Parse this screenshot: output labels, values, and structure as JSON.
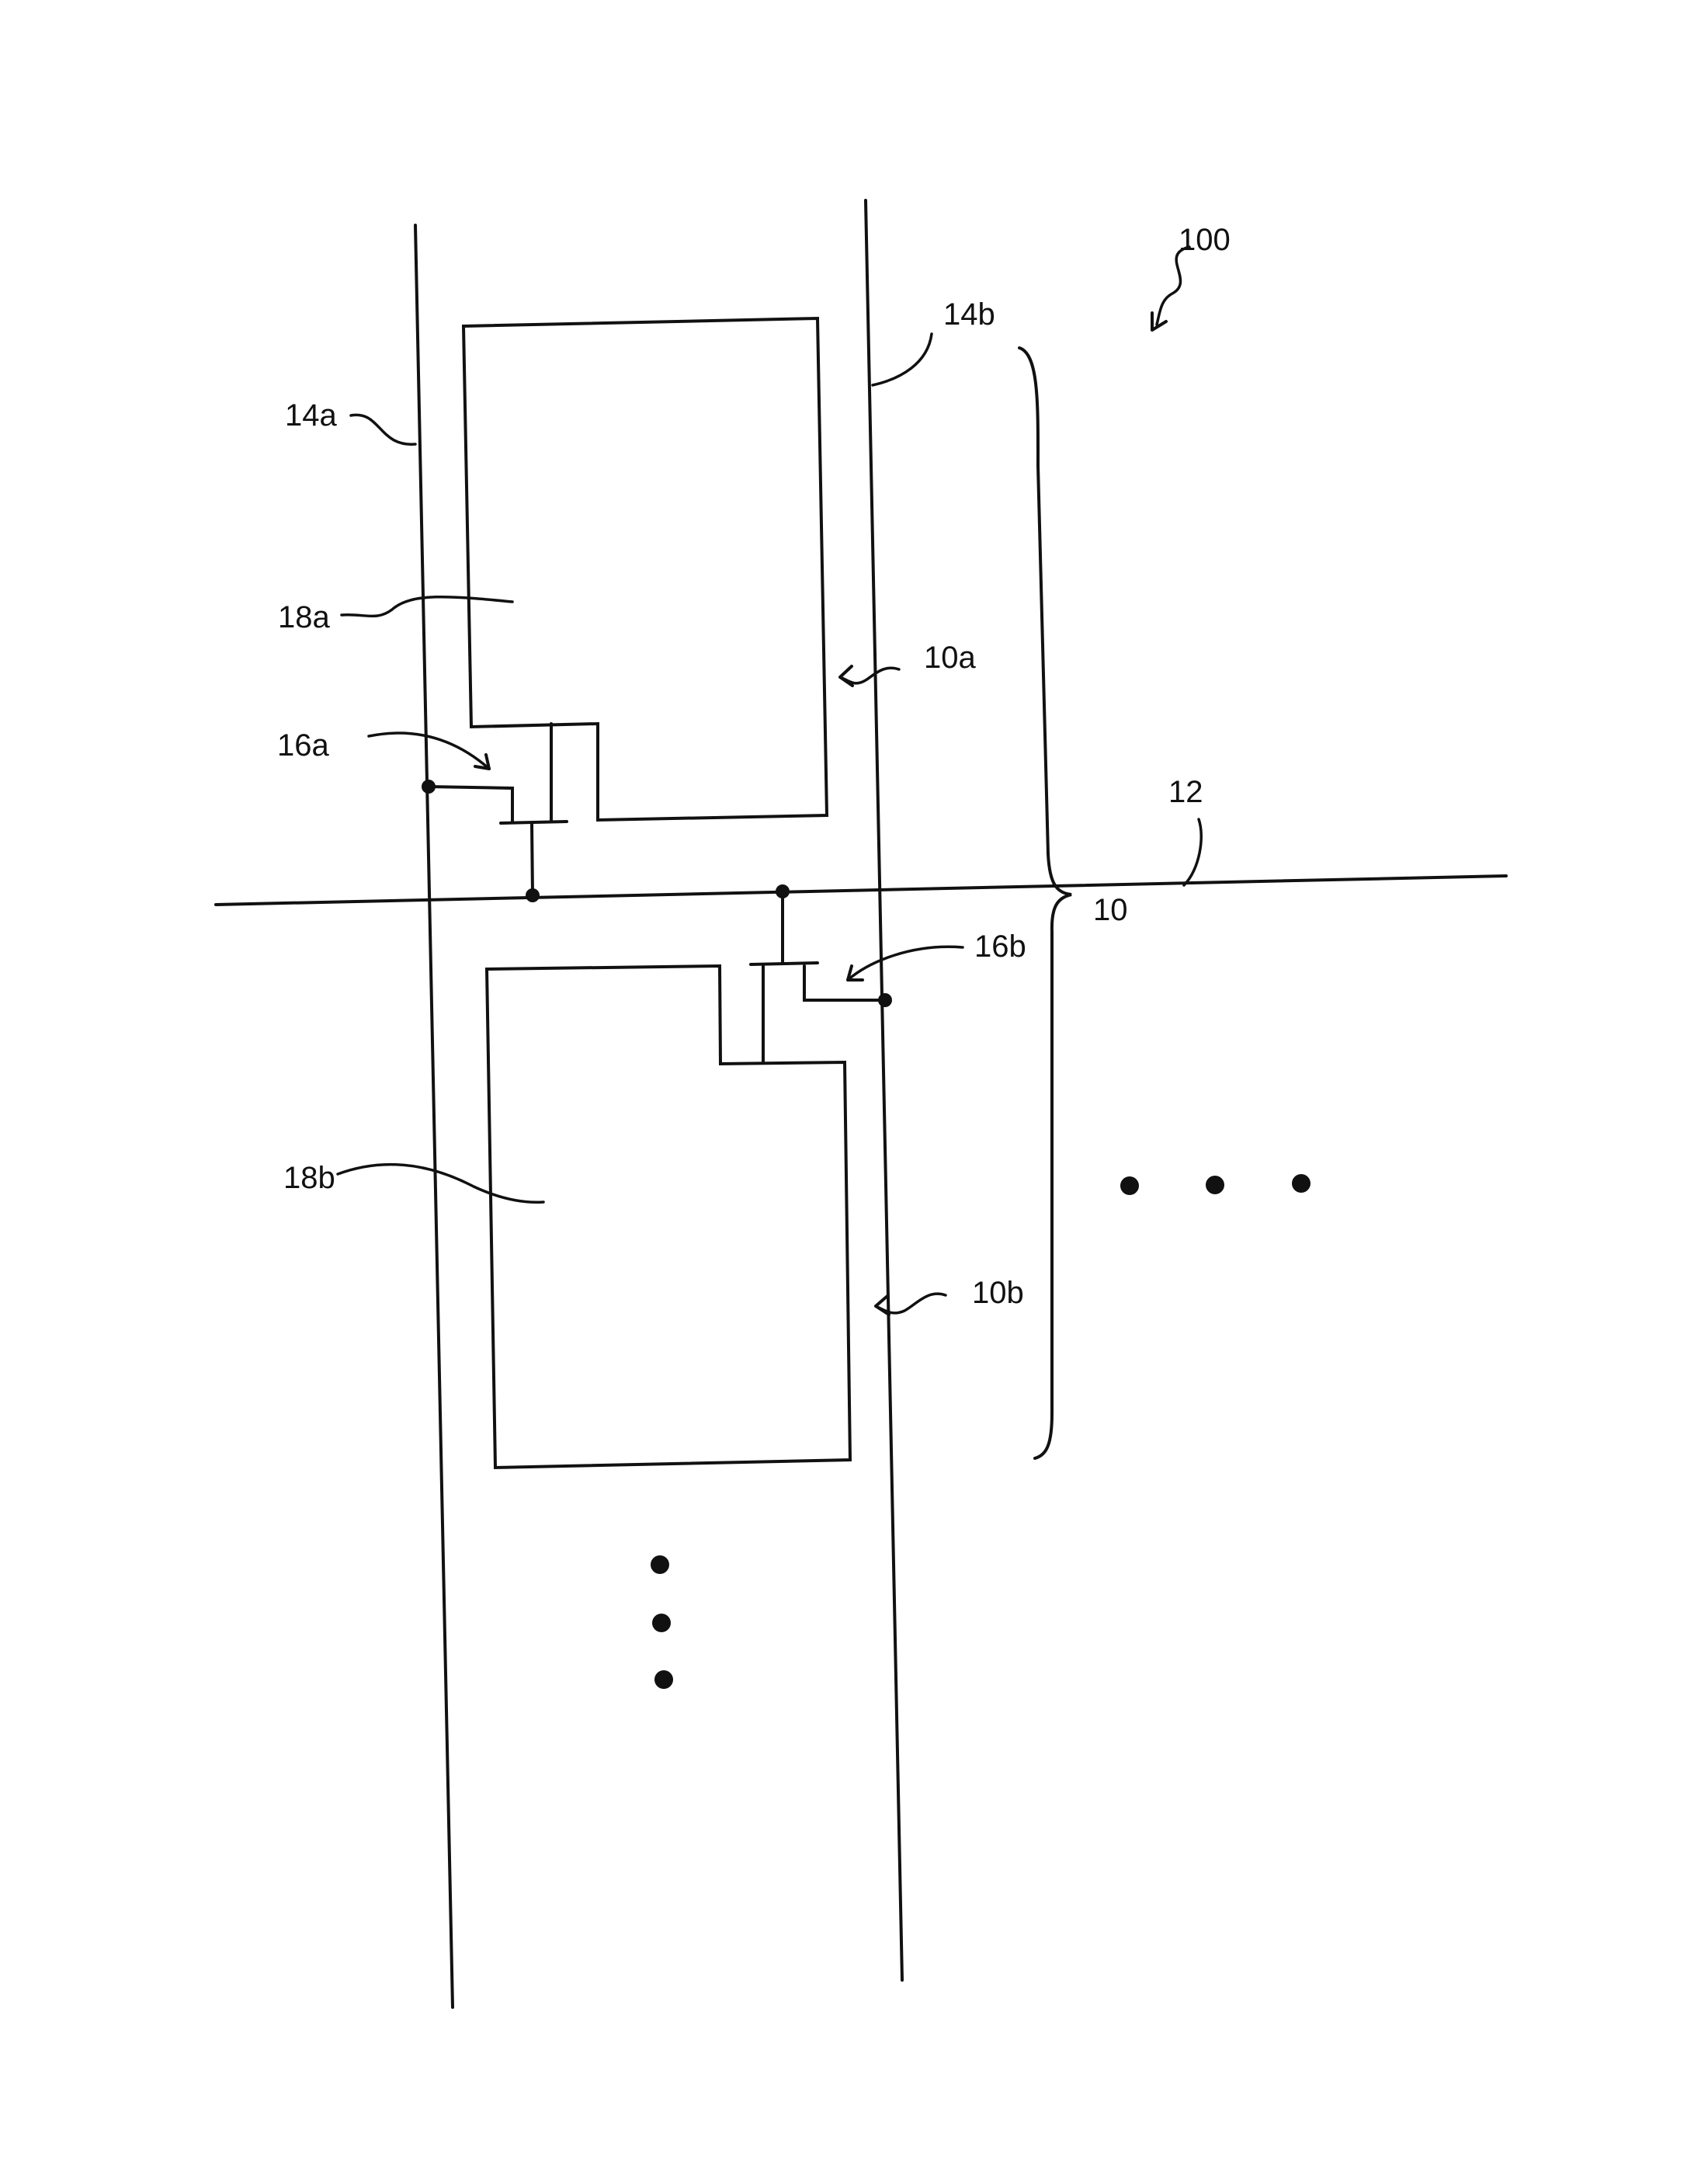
{
  "figure": {
    "labels": {
      "device": "100",
      "group": "10",
      "scan_line": "12",
      "signal_line_a": "14a",
      "signal_line_b": "14b",
      "pixel_a": "10a",
      "pixel_b": "10b",
      "transistor_a": "16a",
      "transistor_b": "16b",
      "electrode_a": "18a",
      "electrode_b": "18b"
    },
    "colors": {
      "line": "#111111",
      "background": "#ffffff"
    }
  }
}
